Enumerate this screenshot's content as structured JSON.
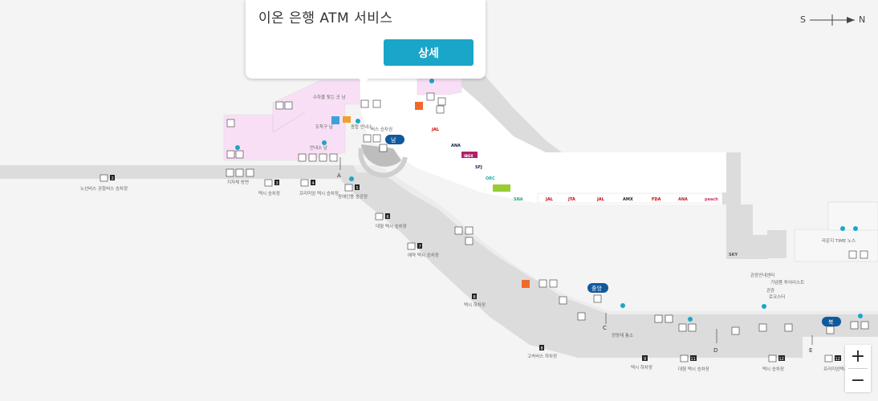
{
  "popup": {
    "title": "이온 은행 ATM 서비스",
    "detail_button": "상세"
  },
  "compass": {
    "south": "S",
    "north": "N"
  },
  "zoom": {
    "in": "+",
    "out": "−"
  },
  "map": {
    "zones": {
      "south": "남",
      "central": "중앙",
      "north": "북"
    },
    "exits": [
      "A",
      "C",
      "D",
      "E"
    ],
    "stops": {
      "s2": "2",
      "s3": "3",
      "s4": "4",
      "s5": "5",
      "s6": "6",
      "s7": "7",
      "s8": "8",
      "s9": "9",
      "s10": "10",
      "s11": "11",
      "s12": "12"
    },
    "airlines": [
      "JAL",
      "JTA",
      "JAL",
      "AMX",
      "FDA",
      "ANA",
      "peach",
      "ANA",
      "IBEX",
      "SFJ",
      "ORC",
      "SNA",
      "SKY"
    ],
    "labels": {
      "route_bus": "노선버스 공항버스 승차장",
      "hotel_bus": "지자체 방면",
      "taxi_3": "택시 승차장",
      "taxi_4": "프리미엄 택시 승차장",
      "disabled_5": "장애인용 승강장",
      "large_taxi_6": "대형 택시 승차장",
      "reserved_taxi_7": "예약 택시 승차장",
      "taxi_8": "택시 하차장",
      "express_bus_8": "고속버스 하차장",
      "taxi_9": "택시 하차장",
      "large_taxi_11": "대형 택시 승차장",
      "taxi_12": "택시 승차장",
      "premium_12": "프리미엄택시 승차장",
      "lounge_south_a": "수하물 찾는 곳 남",
      "lounge_south_b": "도착구 남",
      "info_south": "종합 안내소",
      "info_lower": "안내소 남",
      "bus_ticket": "버스 승차권",
      "prayer": "정량재 통소",
      "lounge_right": "라운지 TIME 노스",
      "kiosk_1": "관광안내센터",
      "kiosk_2": "기념품 투어리스트",
      "kiosk_3": "관광",
      "kiosk_4": "로코스터"
    }
  }
}
